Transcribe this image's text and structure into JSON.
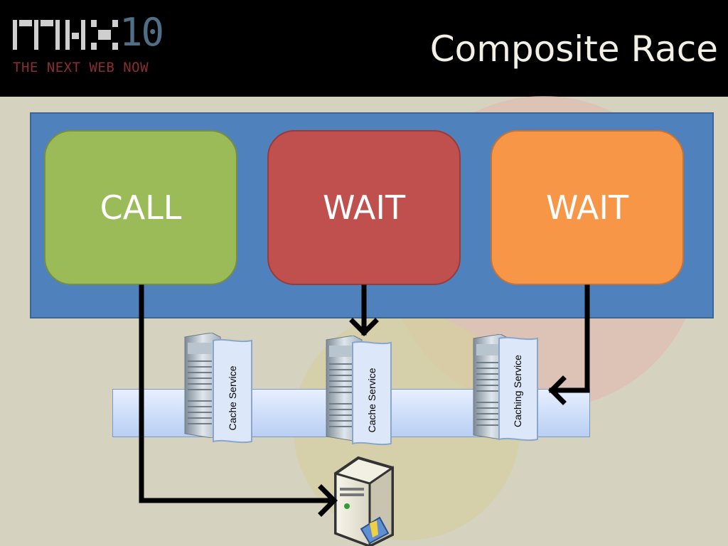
{
  "header": {
    "logo_number": "10",
    "logo_tagline": "THE NEXT WEB NOW",
    "title": "Composite Race"
  },
  "steps": [
    {
      "label": "CALL",
      "color": "#9bbb59"
    },
    {
      "label": "WAIT",
      "color": "#c0504d"
    },
    {
      "label": "WAIT",
      "color": "#f79646"
    }
  ],
  "services": [
    {
      "label": "Cache  Service"
    },
    {
      "label": "Cache  Service"
    },
    {
      "label": "Caching  Service"
    }
  ],
  "colors": {
    "background": "#d6d2c0",
    "container": "#4f81bd",
    "arrow": "#000000"
  },
  "icons": {
    "server": "server-tower-icon",
    "origin": "database-server-icon"
  }
}
